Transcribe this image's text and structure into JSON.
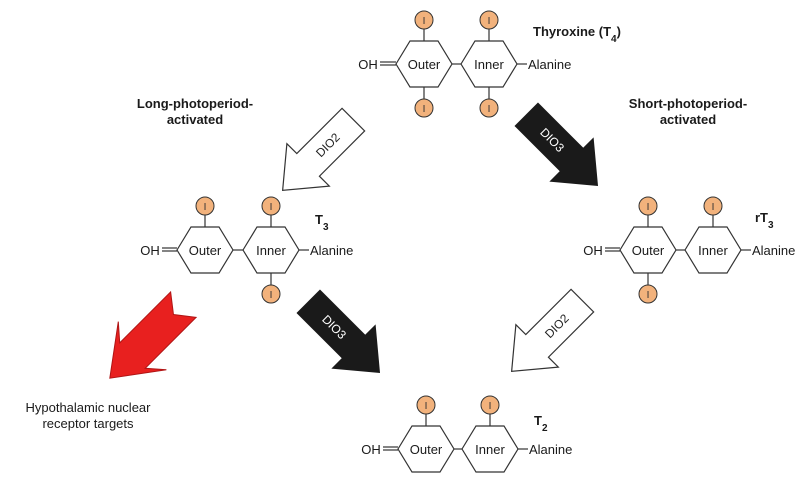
{
  "molecules": {
    "t4": {
      "name": "Thyroxine (T",
      "sub": "4",
      "close": ")",
      "oh": "OH",
      "outer": "Outer",
      "inner": "Inner",
      "sidechain": "Alanine",
      "iodine": "I"
    },
    "t3": {
      "name": "T",
      "sub": "3",
      "close": "",
      "oh": "OH",
      "outer": "Outer",
      "inner": "Inner",
      "sidechain": "Alanine",
      "iodine": "I"
    },
    "rt3": {
      "name": "rT",
      "sub": "3",
      "close": "",
      "oh": "OH",
      "outer": "Outer",
      "inner": "Inner",
      "sidechain": "Alanine",
      "iodine": "I"
    },
    "t2": {
      "name": "T",
      "sub": "2",
      "close": "",
      "oh": "OH",
      "outer": "Outer",
      "inner": "Inner",
      "sidechain": "Alanine",
      "iodine": "I"
    }
  },
  "labels": {
    "long_line1": "Long-photoperiod-",
    "long_line2": "activated",
    "short_line1": "Short-photoperiod-",
    "short_line2": "activated",
    "hypo_line1": "Hypothalamic nuclear",
    "hypo_line2": "receptor targets"
  },
  "arrows": {
    "t4_to_t3": "DIO2",
    "t4_to_rt3": "DIO3",
    "t3_to_t2": "DIO3",
    "rt3_to_t2": "DIO2"
  },
  "colors": {
    "iodine_fill": "#f2b27c",
    "dio3_arrow": "#1a1a1a",
    "dio2_arrow": "#ffffff",
    "receptor_arrow": "#e8201f"
  }
}
